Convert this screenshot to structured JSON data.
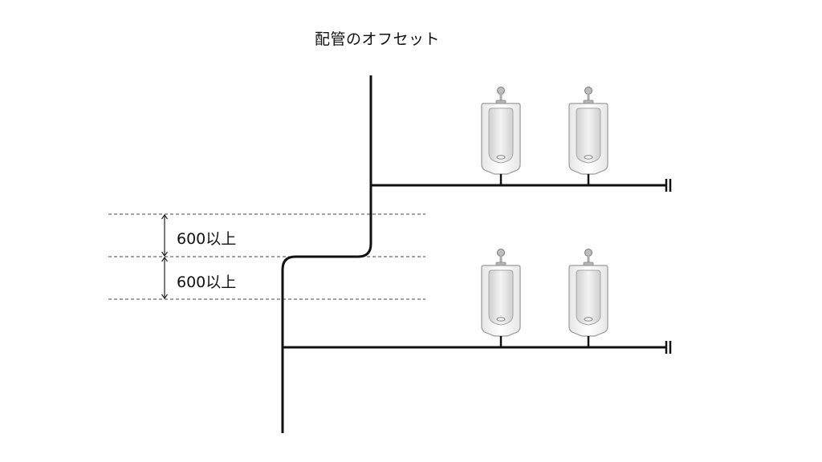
{
  "diagram": {
    "title": "配管のオフセット",
    "dimensions": [
      {
        "label": "600以上"
      },
      {
        "label": "600以上"
      }
    ],
    "floors": [
      {
        "fixtures": 2
      },
      {
        "fixtures": 2
      }
    ]
  },
  "colors": {
    "pipe": "#111111",
    "guide_line": "#444444",
    "fixture_body": "#f2f2f2",
    "fixture_outline": "#9a9a9a",
    "fixture_bowl": "#dadada"
  }
}
